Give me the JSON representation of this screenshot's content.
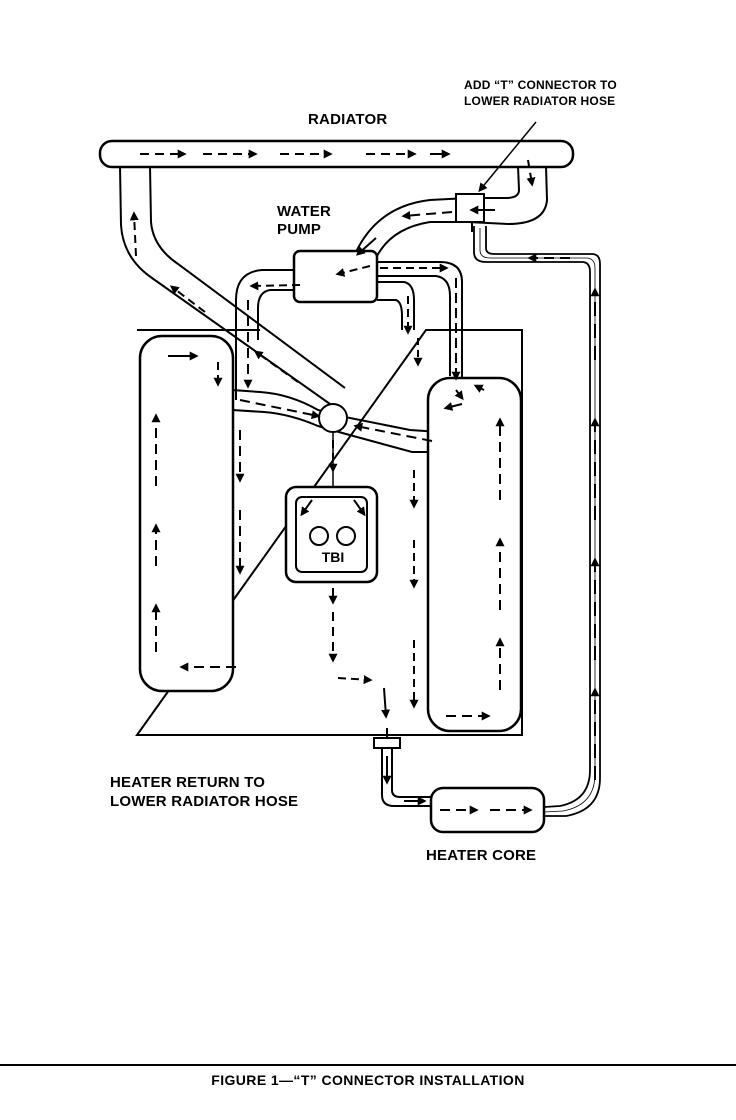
{
  "labels": {
    "radiator": "RADIATOR",
    "t_connector_line1": "ADD “T” CONNECTOR TO",
    "t_connector_line2": "LOWER RADIATOR HOSE",
    "water_pump_line1": "WATER",
    "water_pump_line2": "PUMP",
    "tbi": "TBI",
    "heater_return_line1": "HEATER RETURN TO",
    "heater_return_line2": "LOWER RADIATOR HOSE",
    "heater_core": "HEATER CORE"
  },
  "caption": "FIGURE 1—“T” CONNECTOR INSTALLATION",
  "colors": {
    "ink": "#000000",
    "paper": "#ffffff"
  }
}
